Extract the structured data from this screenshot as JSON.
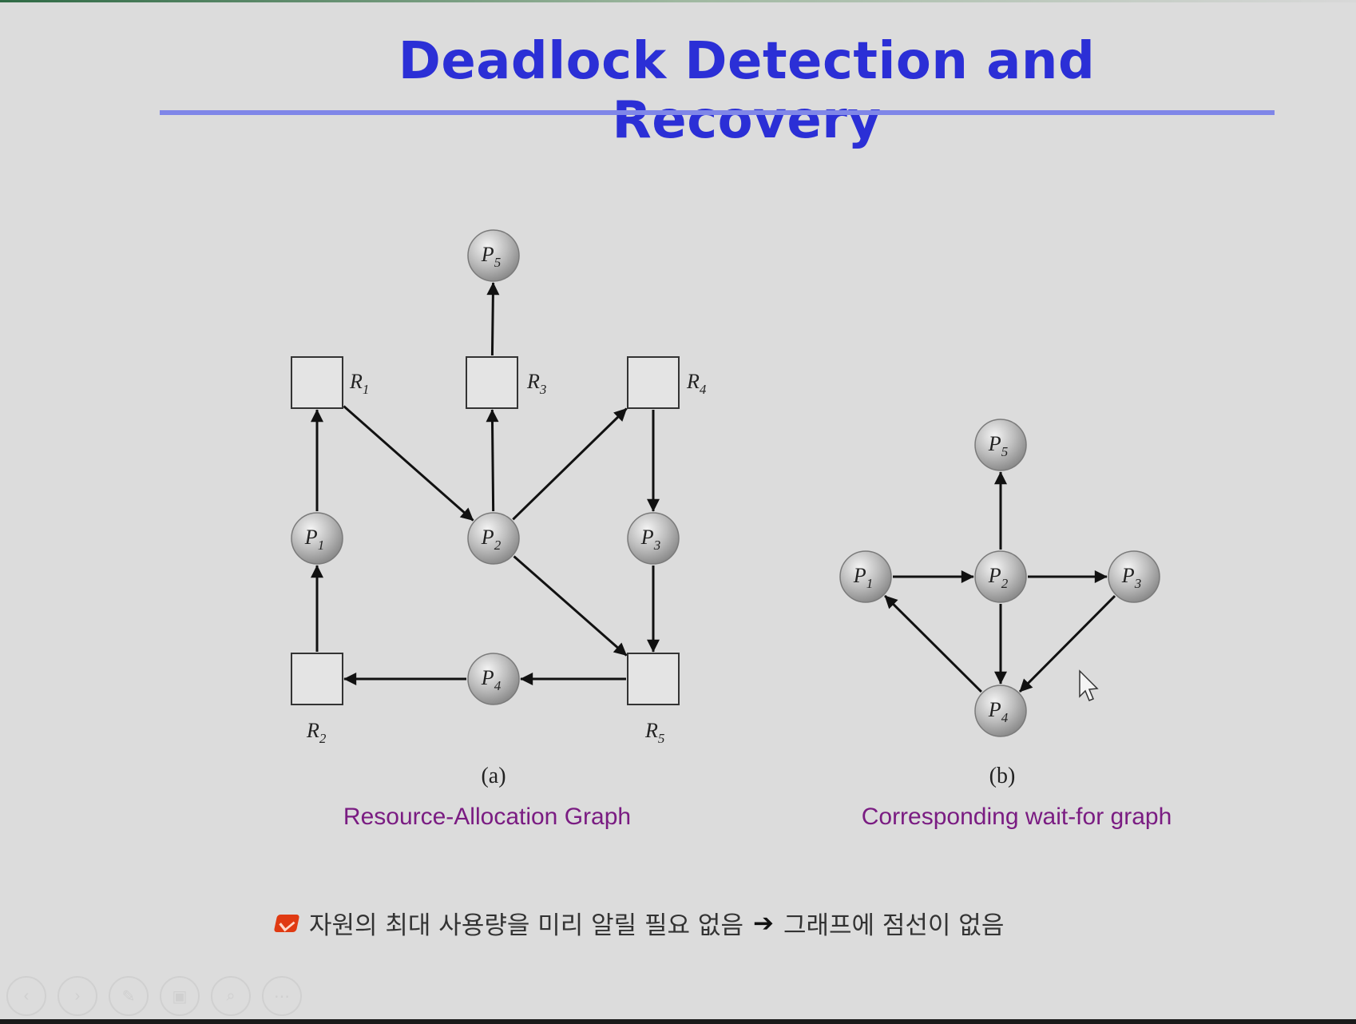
{
  "slide": {
    "title": "Deadlock Detection and Recovery",
    "note_text": "자원의 최대 사용량을 미리 알릴 필요 없음",
    "note_arrow": "➔",
    "note_result": "그래프에 점선이 없음"
  },
  "panels": {
    "a": {
      "letter": "(a)",
      "caption": "Resource-Allocation Graph"
    },
    "b": {
      "letter": "(b)",
      "caption": "Corresponding wait-for graph"
    }
  },
  "graph_a": {
    "processes": [
      {
        "id": "P1",
        "main": "P",
        "sub": "1"
      },
      {
        "id": "P2",
        "main": "P",
        "sub": "2"
      },
      {
        "id": "P3",
        "main": "P",
        "sub": "3"
      },
      {
        "id": "P4",
        "main": "P",
        "sub": "4"
      },
      {
        "id": "P5",
        "main": "P",
        "sub": "5"
      }
    ],
    "resources": [
      {
        "id": "R1",
        "main": "R",
        "sub": "1"
      },
      {
        "id": "R2",
        "main": "R",
        "sub": "2"
      },
      {
        "id": "R3",
        "main": "R",
        "sub": "3"
      },
      {
        "id": "R4",
        "main": "R",
        "sub": "4"
      },
      {
        "id": "R5",
        "main": "R",
        "sub": "5"
      }
    ],
    "edges": [
      [
        "P1",
        "R1"
      ],
      [
        "R1",
        "P2"
      ],
      [
        "P2",
        "R3"
      ],
      [
        "R3",
        "P5"
      ],
      [
        "P2",
        "R4"
      ],
      [
        "R4",
        "P3"
      ],
      [
        "P2",
        "R5"
      ],
      [
        "P3",
        "R5"
      ],
      [
        "R5",
        "P4"
      ],
      [
        "P4",
        "R2"
      ],
      [
        "R2",
        "P1"
      ]
    ]
  },
  "graph_b": {
    "processes": [
      {
        "id": "P1",
        "main": "P",
        "sub": "1"
      },
      {
        "id": "P2",
        "main": "P",
        "sub": "2"
      },
      {
        "id": "P3",
        "main": "P",
        "sub": "3"
      },
      {
        "id": "P4",
        "main": "P",
        "sub": "4"
      },
      {
        "id": "P5",
        "main": "P",
        "sub": "5"
      }
    ],
    "edges": [
      [
        "P1",
        "P2"
      ],
      [
        "P2",
        "P3"
      ],
      [
        "P2",
        "P5"
      ],
      [
        "P2",
        "P4"
      ],
      [
        "P3",
        "P4"
      ],
      [
        "P4",
        "P1"
      ]
    ]
  },
  "toolbar": {
    "buttons": [
      {
        "name": "prev-slide",
        "icon": "chevron-left-icon",
        "glyph": "‹"
      },
      {
        "name": "next-slide",
        "icon": "chevron-right-icon",
        "glyph": "›"
      },
      {
        "name": "pen-tool",
        "icon": "pen-icon",
        "glyph": "✎"
      },
      {
        "name": "slide-sorter",
        "icon": "slides-icon",
        "glyph": "▣"
      },
      {
        "name": "zoom",
        "icon": "search-icon",
        "glyph": "⌕"
      },
      {
        "name": "more-options",
        "icon": "more-icon",
        "glyph": "⋯"
      }
    ]
  }
}
